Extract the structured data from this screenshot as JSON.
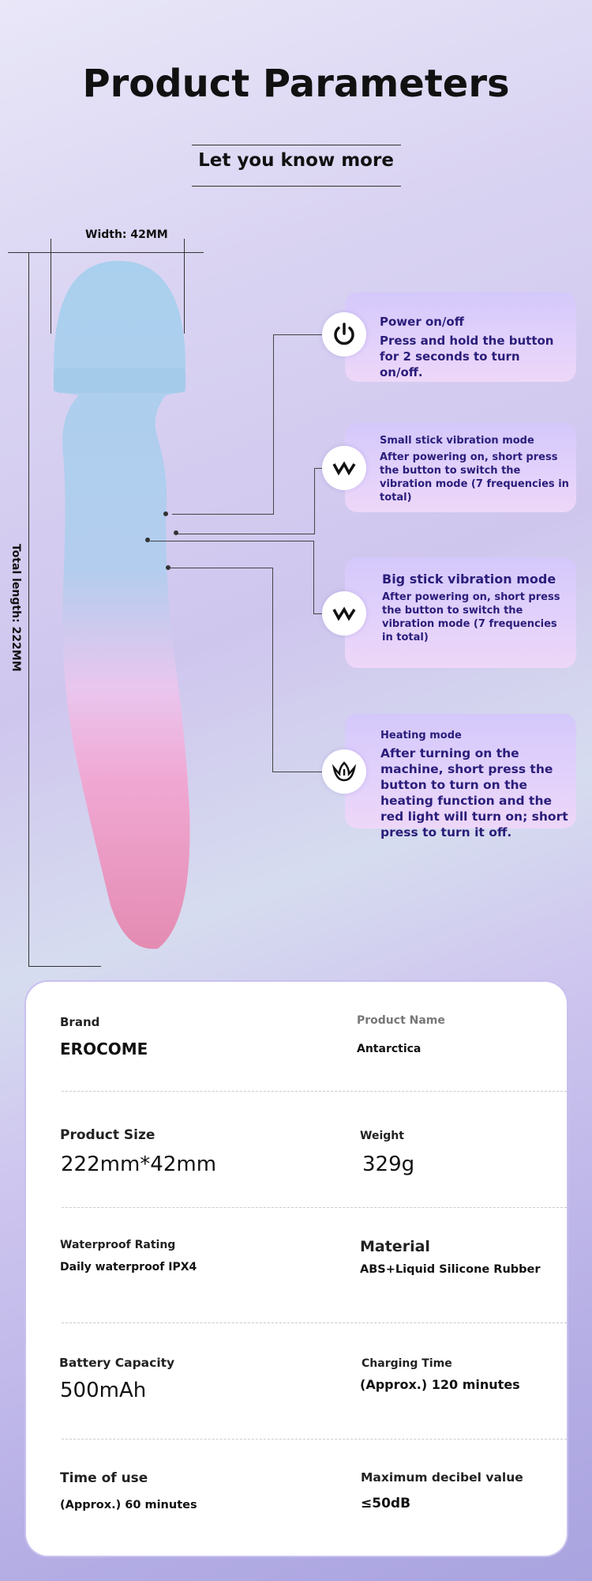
{
  "header": {
    "title": "Product Parameters",
    "subtitle": "Let you know more"
  },
  "dimensions": {
    "width": "Width: 42MM",
    "length": "Total length: 222MM"
  },
  "features": [
    {
      "icon": "power-icon",
      "title": "Power on/off",
      "text": "Press and hold the button for 2 seconds to turn on/off."
    },
    {
      "icon": "vibration-icon",
      "title": "Small stick vibration mode",
      "text": "After powering on, short press the button to switch the vibration mode (7 frequencies in total)"
    },
    {
      "icon": "vibration-icon",
      "title": "Big stick vibration mode",
      "text": "After powering on, short press the button to switch the vibration mode (7 frequencies in total)"
    },
    {
      "icon": "heating-icon",
      "title": "Heating mode",
      "text": "After turning on the machine, short press the button to turn on the heating function and the red light will turn on; short press to turn it off."
    }
  ],
  "specs": [
    {
      "left": {
        "label": "Brand",
        "value": "EROCOME"
      },
      "right": {
        "label": "Product Name",
        "value": "Antarctica"
      }
    },
    {
      "left": {
        "label": "Product Size",
        "value": "222mm*42mm"
      },
      "right": {
        "label": "Weight",
        "value": "329g"
      }
    },
    {
      "left": {
        "label": "Waterproof Rating",
        "value": "Daily waterproof IPX4"
      },
      "right": {
        "label": "Material",
        "value": "ABS+Liquid Silicone Rubber"
      }
    },
    {
      "left": {
        "label": "Battery Capacity",
        "value": "500mAh"
      },
      "right": {
        "label": "Charging Time",
        "value": "(Approx.) 120 minutes"
      }
    },
    {
      "left": {
        "label": "Time of use",
        "value": "(Approx.) 60 minutes"
      },
      "right": {
        "label": "Maximum decibel value",
        "value": "≤50dB"
      }
    }
  ]
}
